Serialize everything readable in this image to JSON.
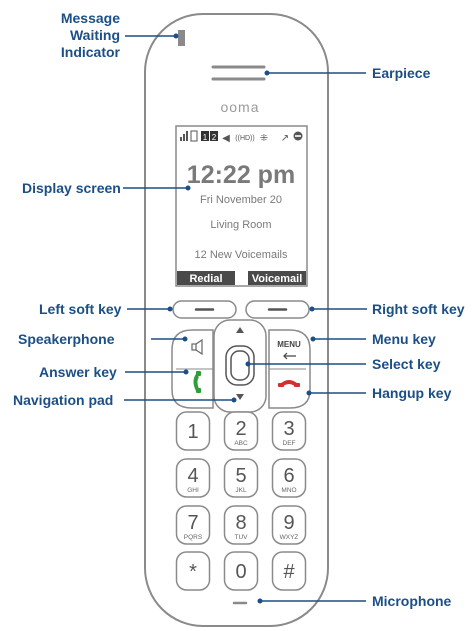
{
  "labels": {
    "message_waiting_line1": "Message",
    "message_waiting_line2": "Waiting",
    "message_waiting_line3": "Indicator",
    "earpiece": "Earpiece",
    "display_screen": "Display screen",
    "left_soft_key": "Left soft key",
    "right_soft_key": "Right soft key",
    "speakerphone": "Speakerphone",
    "menu_key": "Menu key",
    "answer_key": "Answer key",
    "select_key": "Select key",
    "navigation_pad": "Navigation pad",
    "hangup_key": "Hangup key",
    "microphone": "Microphone"
  },
  "phone": {
    "brand": "ooma",
    "screen": {
      "time": "12:22 pm",
      "date": "Fri  November 20",
      "location": "Living Room",
      "voicemails": "12 New Voicemails",
      "softkey_left": "Redial",
      "softkey_right": "Voicemail",
      "line1": "1",
      "line2": "2",
      "hd": "((HD))"
    },
    "menu_label": "MENU",
    "keys": [
      {
        "digit": "1",
        "letters": ""
      },
      {
        "digit": "2",
        "letters": "ABC"
      },
      {
        "digit": "3",
        "letters": "DEF"
      },
      {
        "digit": "4",
        "letters": "GHI"
      },
      {
        "digit": "5",
        "letters": "JKL"
      },
      {
        "digit": "6",
        "letters": "MNO"
      },
      {
        "digit": "7",
        "letters": "PQRS"
      },
      {
        "digit": "8",
        "letters": "TUV"
      },
      {
        "digit": "9",
        "letters": "WXYZ"
      },
      {
        "digit": "*",
        "letters": ""
      },
      {
        "digit": "0",
        "letters": ""
      },
      {
        "digit": "#",
        "letters": ""
      }
    ]
  },
  "colors": {
    "callout_text": "#1b4f86",
    "outline": "#8a8a8a",
    "answer_green": "#2e9e3a",
    "hangup_red": "#d32f2f",
    "softkey_bar": "#4a4a4a"
  }
}
